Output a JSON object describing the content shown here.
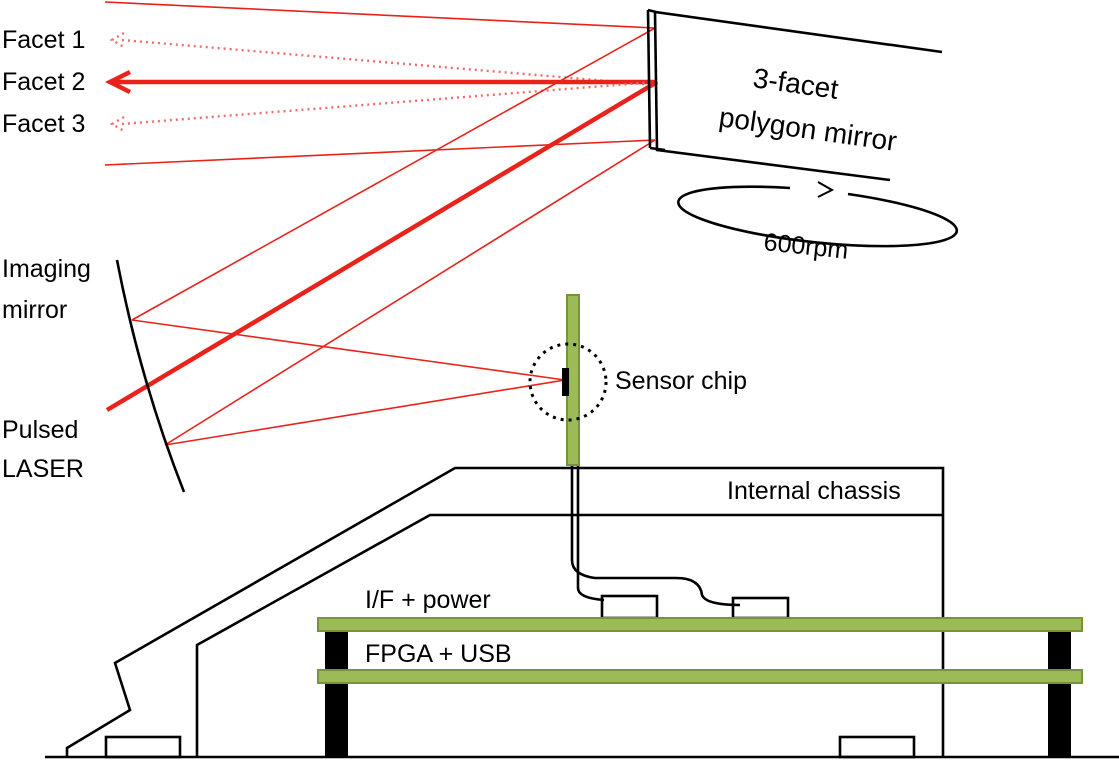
{
  "labels": {
    "facet1": "Facet 1",
    "facet2": "Facet 2",
    "facet3": "Facet 3",
    "polygon_line1": "3-facet",
    "polygon_line2": "polygon mirror",
    "speed": "600rpm",
    "imaging_line1": "Imaging",
    "imaging_line2": "mirror",
    "sensor": "Sensor chip",
    "laser_line1": "Pulsed",
    "laser_line2": "LASER",
    "chassis": "Internal chassis",
    "if_power": "I/F + power",
    "fpga_usb": "FPGA + USB"
  },
  "colors": {
    "beam": "#e8231b",
    "beam_dotted": "#ee6d69",
    "board_fill": "#9bbb59",
    "board_edge": "#77933c",
    "outline": "#000000"
  }
}
